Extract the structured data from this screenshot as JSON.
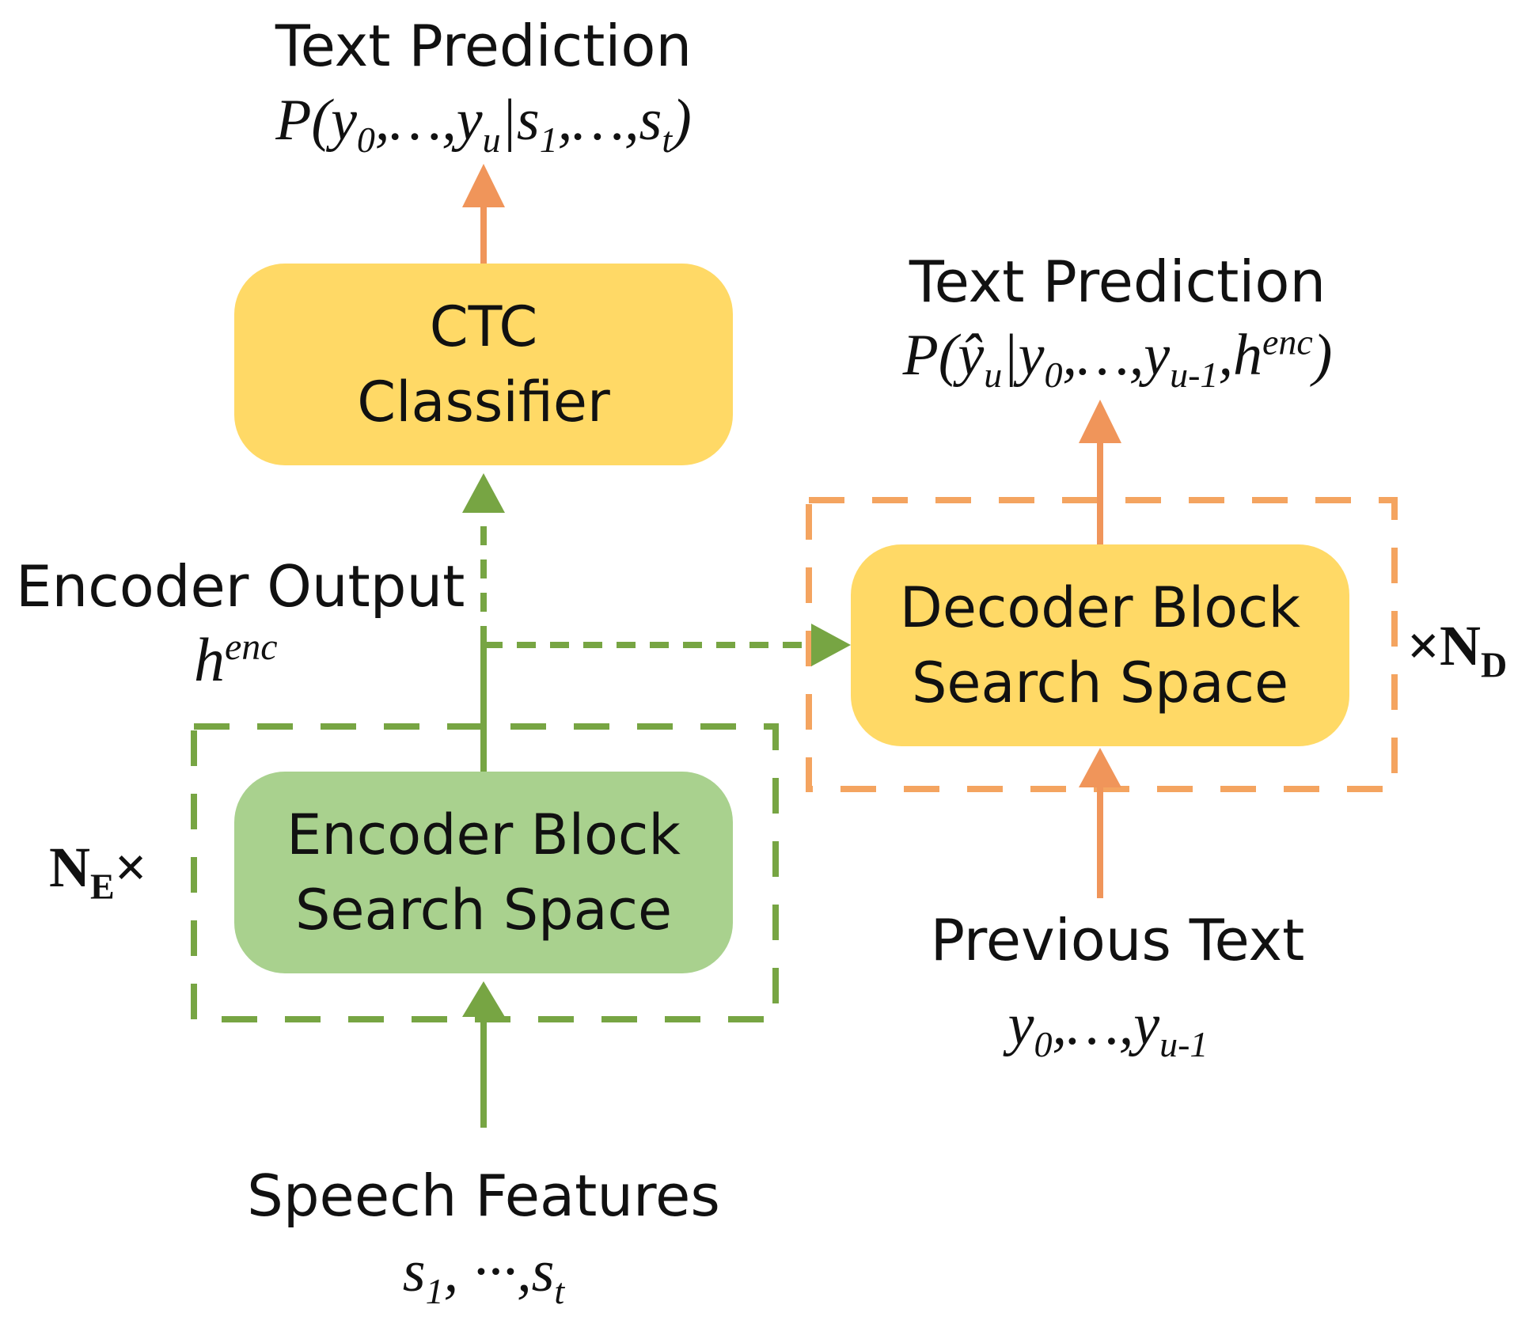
{
  "colors": {
    "encoder_green": "#a9d18e",
    "encoder_line": "#77a543",
    "block_yellow": "#ffd966",
    "decoder_line": "#f4a460",
    "decoder_arrow": "#f0955a"
  },
  "ctc_head": {
    "title": "Text Prediction",
    "formula": "P(y0,…,yu|s1,…,st)"
  },
  "ctc_box": {
    "line1": "CTC",
    "line2": "Classifier"
  },
  "decoder_head": {
    "title": "Text Prediction",
    "formula": "P(ŷu|y0,…,yu-1,henc)"
  },
  "encoder_output": {
    "title": "Encoder Output",
    "formula": "henc"
  },
  "decoder_box": {
    "line1": "Decoder Block",
    "line2": "Search Space"
  },
  "decoder_repeat": "×ND",
  "encoder_box": {
    "line1": "Encoder Block",
    "line2": "Search Space"
  },
  "encoder_repeat": "NE×",
  "previous_text": {
    "title": "Previous Text",
    "formula": "y0,…,yu-1"
  },
  "speech_features": {
    "title": "Speech Features",
    "formula": "s1, ···,st"
  }
}
